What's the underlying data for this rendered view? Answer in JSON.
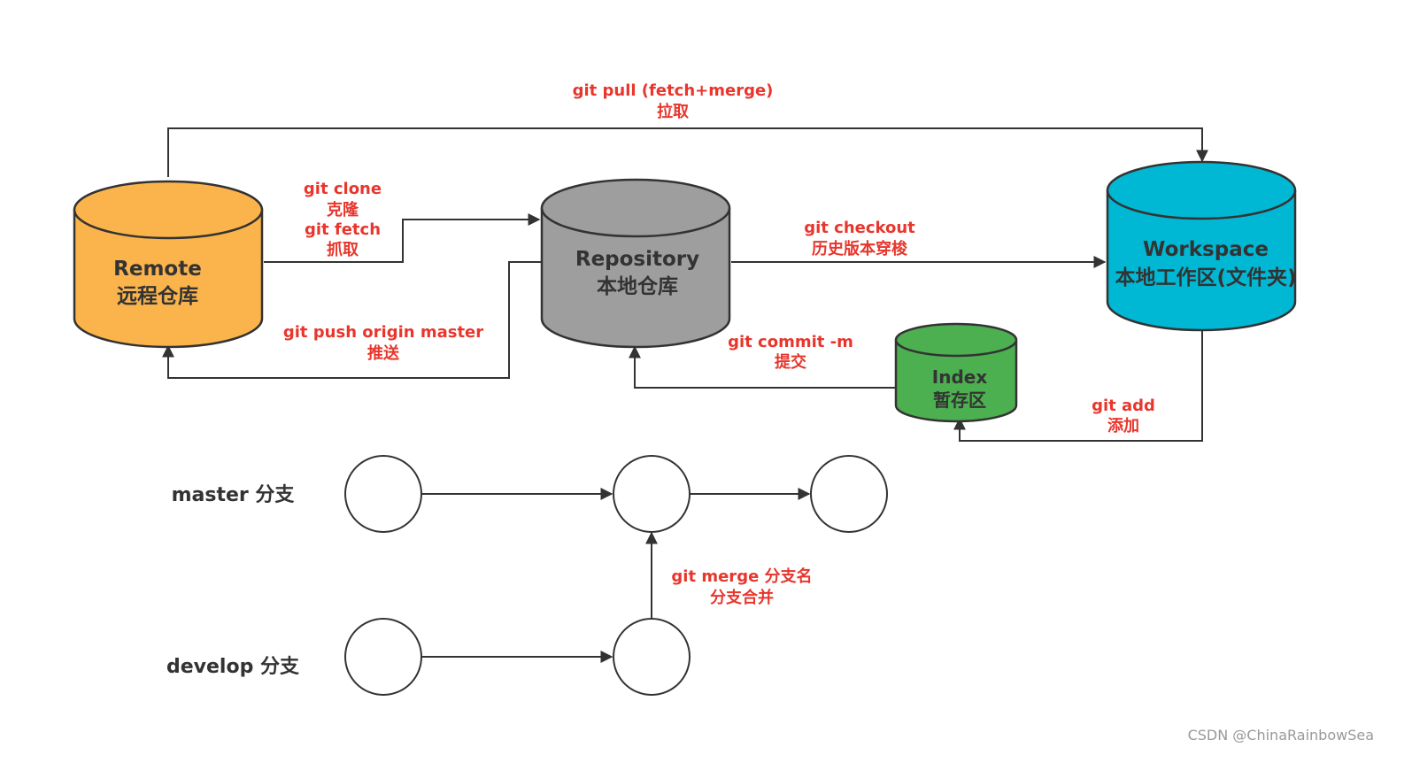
{
  "colors": {
    "remote": "#fbb44b",
    "repository": "#9e9e9e",
    "workspace": "#00b8d4",
    "index": "#4caf50",
    "label": "#e8362d",
    "stroke": "#333333"
  },
  "stores": {
    "remote": {
      "title": "Remote",
      "subtitle": "远程仓库"
    },
    "repository": {
      "title": "Repository",
      "subtitle": "本地仓库"
    },
    "workspace": {
      "title": "Workspace",
      "subtitle": "本地工作区(文件夹)"
    },
    "index": {
      "title": "Index",
      "subtitle": "暂存区"
    }
  },
  "commands": {
    "pull": {
      "cmd": "git pull (fetch+merge)",
      "desc": "拉取"
    },
    "clone": {
      "cmd": "git clone",
      "desc": "克隆"
    },
    "fetch": {
      "cmd": "git fetch",
      "desc": "抓取"
    },
    "checkout": {
      "cmd": "git checkout",
      "desc": "历史版本穿梭"
    },
    "push": {
      "cmd": "git push origin master",
      "desc": "推送"
    },
    "commit": {
      "cmd": "git commit -m",
      "desc": "提交"
    },
    "add": {
      "cmd": "git add",
      "desc": "添加"
    },
    "merge": {
      "cmd": "git merge 分支名",
      "desc": "分支合并"
    }
  },
  "branches": {
    "master": "master 分支",
    "develop": "develop 分支"
  },
  "watermark": "CSDN @ChinaRainbowSea"
}
